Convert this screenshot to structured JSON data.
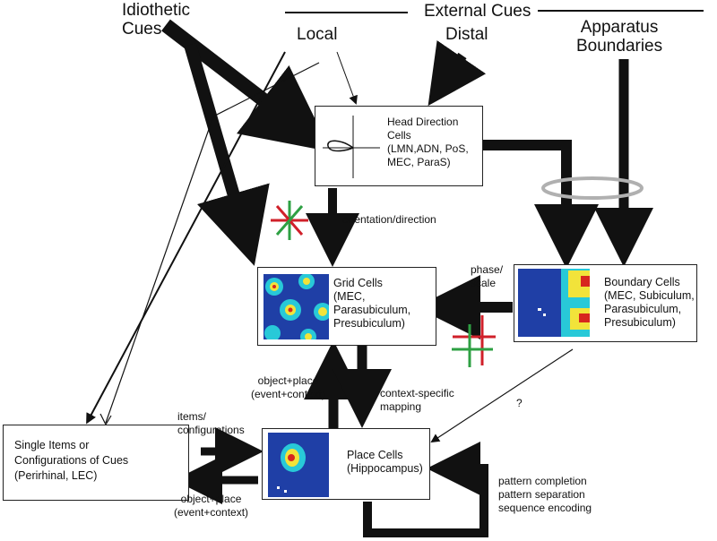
{
  "colors": {
    "line": "#111111",
    "ring": "#b0b0b0",
    "cross_red": "#d0202a",
    "cross_green": "#2ea043",
    "heat_blue": "#1f3fa6",
    "heat_cyan": "#28c9d8",
    "heat_yellow": "#f2e33a",
    "heat_red": "#d7261e"
  },
  "header": {
    "idiothetic": "Idiothetic\nCues",
    "external": "External Cues",
    "local": "Local",
    "distal": "Distal",
    "apparatus": "Apparatus\nBoundaries"
  },
  "boxes": {
    "head_direction": "Head Direction\nCells\n(LMN,ADN, PoS,\nMEC, ParaS)",
    "grid": "Grid Cells\n(MEC,\nParasubiculum,\nPresubiculum)",
    "boundary": "Boundary Cells\n(MEC, Subiculum,\nParasubiculum,\nPresubiculum)",
    "place": "Place Cells\n(Hippocampus)",
    "single_items": "Single Items or\nConfigurations of Cues\n(Perirhinal, LEC)"
  },
  "labels": {
    "orientation": "orientation/direction",
    "phase_scale": "phase/\nscale",
    "object_place_up": "object+place\n(event+context)",
    "context_specific": "context-specific\nmapping",
    "items_configs": "items/\nconfigurations",
    "object_place_left": "object+place\n(event+context)",
    "question": "?",
    "pattern": "pattern completion\npattern separation\nsequence encoding"
  }
}
